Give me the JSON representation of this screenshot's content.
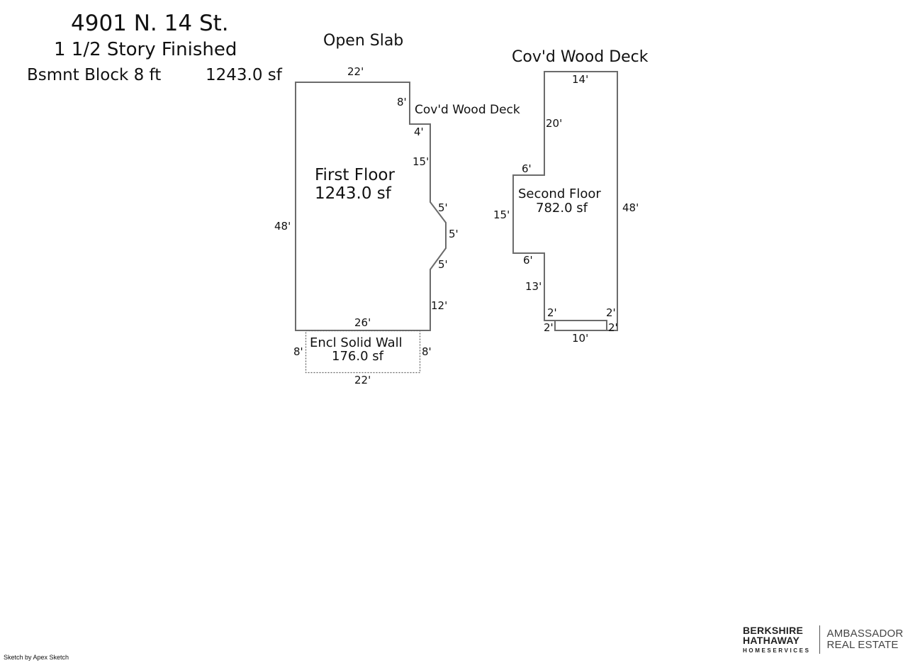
{
  "header": {
    "address": "4901 N. 14 St.",
    "style": "1 1/2 Story Finished",
    "basement_label": "Bsmnt Block 8 ft",
    "basement_area": "1243.0 sf"
  },
  "labels": {
    "open_slab": "Open Slab",
    "covd_wood_deck_left": "Cov'd Wood Deck",
    "covd_wood_deck_right": "Cov'd Wood Deck"
  },
  "first_floor": {
    "name": "First Floor",
    "area": "1243.0 sf",
    "dims": {
      "top": "22'",
      "notch_vertical": "8'",
      "notch_horizontal": "4'",
      "right_upper": "15'",
      "bay_upper": "5'",
      "bay_middle": "5'",
      "bay_lower": "5'",
      "right_lower": "12'",
      "bottom": "26'",
      "left": "48'"
    }
  },
  "enclosed": {
    "name": "Encl Solid Wall",
    "area": "176.0 sf",
    "dims": {
      "left": "8'",
      "right": "8'",
      "bottom": "22'"
    }
  },
  "second_floor": {
    "name": "Second Floor",
    "area": "782.0 sf",
    "dims": {
      "top": "14'",
      "upper_left": "20'",
      "step_upper": "6'",
      "left": "15'",
      "step_lower": "6'",
      "lower_left": "13'",
      "corner_left_top": "2'",
      "corner_left_side": "2'",
      "bottom": "10'",
      "corner_right_top": "2'",
      "corner_right_side": "2'",
      "right": "48'"
    }
  },
  "logo": {
    "line1": "BERKSHIRE",
    "line2": "HATHAWAY",
    "line3": "HOMESERVICES",
    "right1": "AMBASSADOR",
    "right2": "REAL ESTATE"
  },
  "credit": "Sketch by Apex Sketch",
  "colors": {
    "outline": "#6b6b6b",
    "text": "#111111"
  }
}
